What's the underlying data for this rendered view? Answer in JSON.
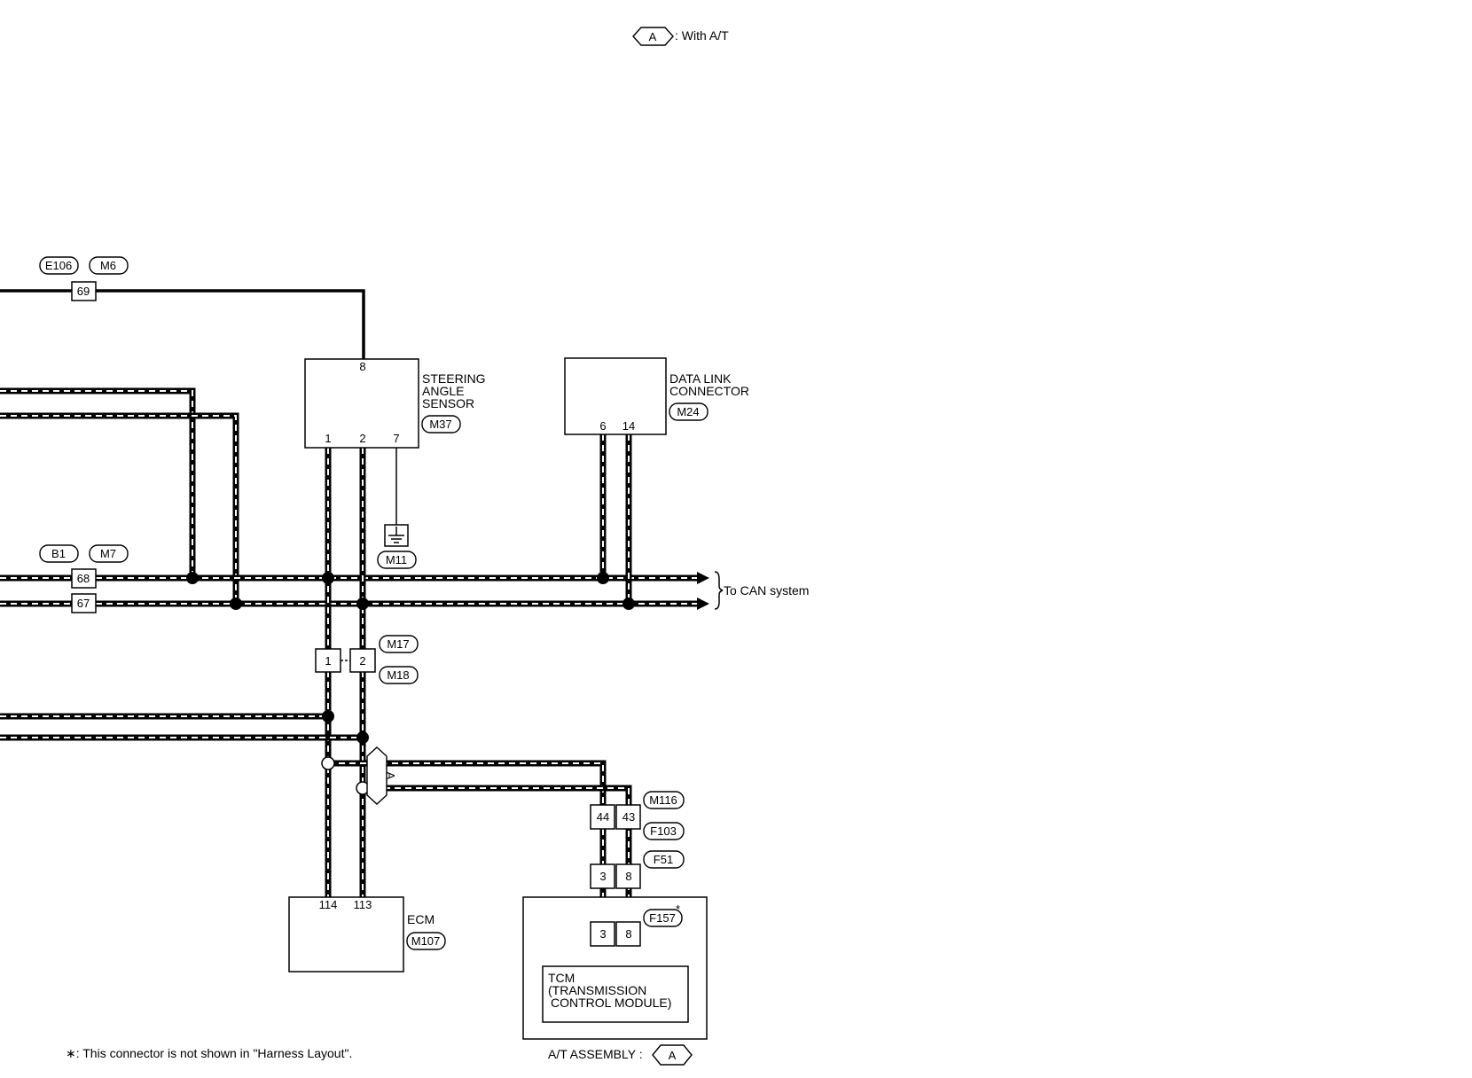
{
  "legend": {
    "a_symbol": "A",
    "a_text": ": With A/T"
  },
  "connectors": {
    "e106": "E106",
    "m6": "M6",
    "b1": "B1",
    "m7": "M7",
    "m37": "M37",
    "m24": "M24",
    "m11": "M11",
    "m17": "M17",
    "m18": "M18",
    "m116": "M116",
    "f103": "F103",
    "f51": "F51",
    "f157": "F157",
    "m107": "M107"
  },
  "terminals": {
    "e106_69": "69",
    "b1_68": "68",
    "b1_67": "67",
    "sas_8": "8",
    "sas_1": "1",
    "sas_2": "2",
    "sas_7": "7",
    "dlc_6": "6",
    "dlc_14": "14",
    "m17_1": "1",
    "m18_2": "2",
    "m116_44": "44",
    "m116_43": "43",
    "f51_3": "3",
    "f51_8": "8",
    "f157_3": "3",
    "f157_8": "8",
    "ecm_114": "114",
    "ecm_113": "113"
  },
  "components": {
    "steering_angle_sensor": [
      "STEERING",
      "ANGLE",
      "SENSOR"
    ],
    "data_link_connector": [
      "DATA LINK",
      "CONNECTOR"
    ],
    "ecm": "ECM",
    "tcm": [
      "TCM",
      "(TRANSMISSION",
      "CONTROL MODULE)"
    ]
  },
  "labels": {
    "to_can": "To CAN system",
    "at_assembly": "A/T ASSEMBLY :",
    "a_marker": "A",
    "asterisk": "*"
  },
  "footnote": "∗: This connector is not shown in \"Harness Layout\"."
}
